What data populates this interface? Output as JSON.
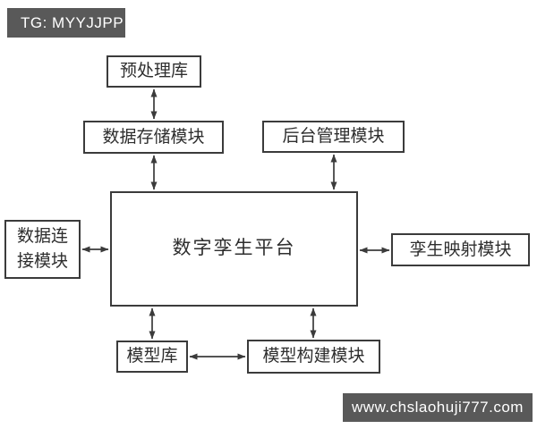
{
  "page": {
    "background": "#ffffff",
    "line_color": "#3b3b3b",
    "badge_bg": "#595959",
    "badge_text_color": "#ffffff"
  },
  "watermarks": {
    "tg_badge": "TG: MYYJJPP",
    "url_badge": "www.chslaohuji777.com"
  },
  "diagram": {
    "center": {
      "label": "数字孪生平台"
    },
    "nodes": [
      {
        "id": "preprocess-library",
        "label": "预处理库"
      },
      {
        "id": "data-storage-module",
        "label": "数据存储模块"
      },
      {
        "id": "backend-management-module",
        "label": "后台管理模块"
      },
      {
        "id": "data-connection-module",
        "label": "数据连接模块"
      },
      {
        "id": "twin-mapping-module",
        "label": "孪生映射模块"
      },
      {
        "id": "model-library",
        "label": "模型库"
      },
      {
        "id": "model-building-module",
        "label": "模型构建模块"
      }
    ],
    "connections": [
      {
        "from": "预处理库",
        "to": "数据存储模块",
        "type": "double-arrow"
      },
      {
        "from": "数据存储模块",
        "to": "数字孪生平台",
        "type": "double-arrow"
      },
      {
        "from": "后台管理模块",
        "to": "数字孪生平台",
        "type": "double-arrow"
      },
      {
        "from": "数据连接模块",
        "to": "数字孪生平台",
        "type": "double-arrow"
      },
      {
        "from": "孪生映射模块",
        "to": "数字孪生平台",
        "type": "double-arrow"
      },
      {
        "from": "模型库",
        "to": "数字孪生平台",
        "type": "double-arrow"
      },
      {
        "from": "模型构建模块",
        "to": "数字孪生平台",
        "type": "double-arrow"
      },
      {
        "from": "模型库",
        "to": "模型构建模块",
        "type": "double-arrow"
      }
    ]
  }
}
